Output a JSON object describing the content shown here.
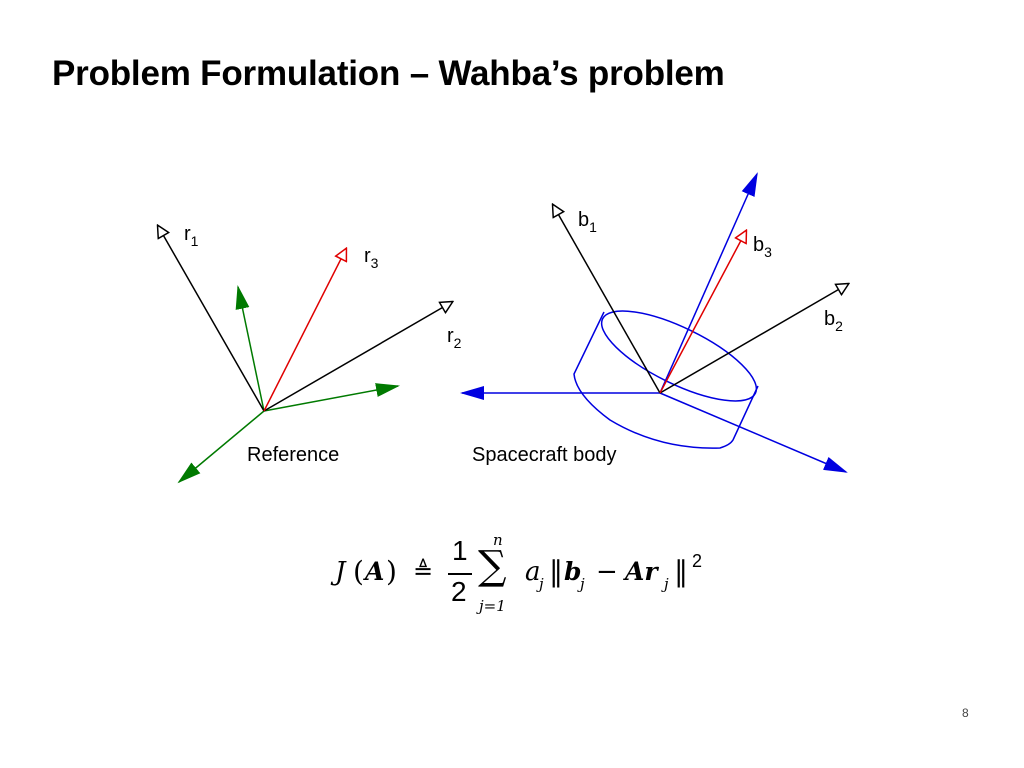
{
  "slide": {
    "title": "Problem Formulation – Wahba’s problem",
    "page_number": "8"
  },
  "reference_frame": {
    "caption": "Reference",
    "vectors": [
      {
        "letter": "r",
        "index": "1",
        "color": "#000000"
      },
      {
        "letter": "r",
        "index": "2",
        "color": "#000000"
      },
      {
        "letter": "r",
        "index": "3",
        "color": "#e00000"
      }
    ],
    "axes_color": "#007a00"
  },
  "body_frame": {
    "caption": "Spacecraft body",
    "vectors": [
      {
        "letter": "b",
        "index": "1",
        "color": "#000000"
      },
      {
        "letter": "b",
        "index": "2",
        "color": "#000000"
      },
      {
        "letter": "b",
        "index": "3",
        "color": "#e00000"
      }
    ],
    "axes_color": "#0000e0"
  },
  "equation": {
    "J": "J",
    "A_open": "(",
    "A": "A",
    "A_close": ")",
    "def": "≜",
    "frac_num": "1",
    "frac_den": "2",
    "sum": "∑",
    "upper": "n",
    "lower": "j=1",
    "a": "a",
    "a_sub": "j",
    "norm_open": "‖",
    "b": "b",
    "b_sub": "j",
    "minus": "−",
    "Ar": "Ar",
    "r_sub": "j",
    "norm_close": "‖",
    "power": "2"
  }
}
